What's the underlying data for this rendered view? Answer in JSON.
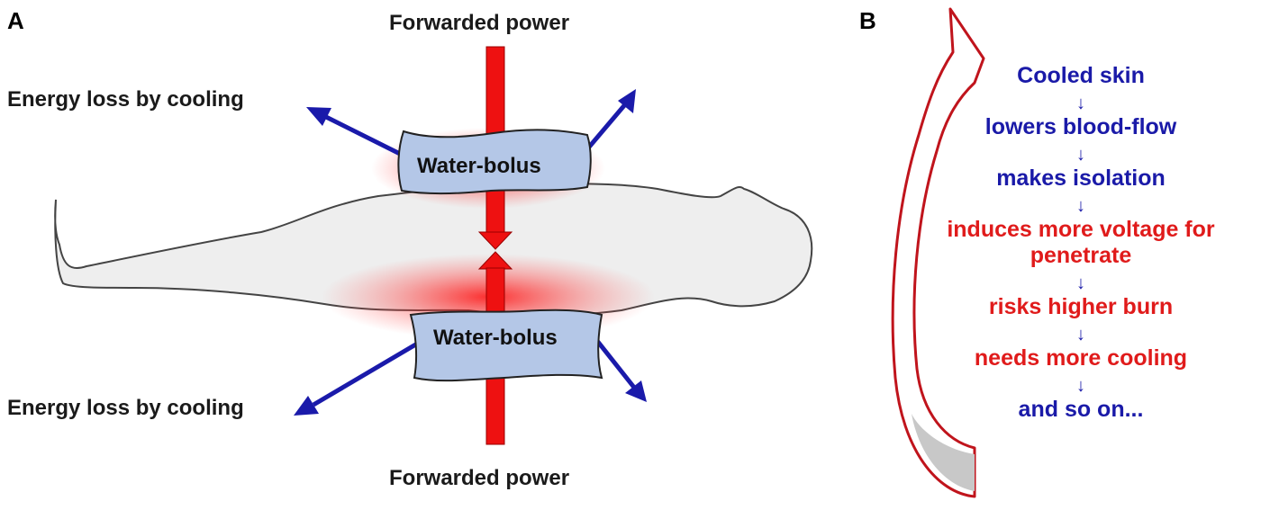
{
  "panels": {
    "a": {
      "letter": "A"
    },
    "b": {
      "letter": "B"
    }
  },
  "panel_a": {
    "forwarded_power_top": "Forwarded power",
    "forwarded_power_bottom": "Forwarded power",
    "energy_loss_top": "Energy loss by cooling",
    "energy_loss_bottom": "Energy loss by cooling",
    "bolus_top": "Water-bolus",
    "bolus_bottom": "Water-bolus"
  },
  "panel_b": {
    "steps": [
      {
        "text": "Cooled skin",
        "color": "#1a1aa8"
      },
      {
        "text": "lowers blood-flow",
        "color": "#1a1aa8"
      },
      {
        "text": "makes isolation",
        "color": "#1a1aa8"
      },
      {
        "text": "induces more voltage for",
        "text2": "penetrate",
        "color": "#e01b1b"
      },
      {
        "text": "risks higher burn",
        "color": "#e01b1b"
      },
      {
        "text": "needs more cooling",
        "color": "#e01b1b"
      },
      {
        "text": "and so on...",
        "color": "#1a1aa8"
      }
    ],
    "separator": "↓"
  },
  "colors": {
    "power_arrow": "#ee1111",
    "loss_arrow": "#1a1aaa",
    "bolus_fill": "#b4c7e7",
    "body_fill": "#eeeeee",
    "cycle_arrow": "#c0141c"
  }
}
